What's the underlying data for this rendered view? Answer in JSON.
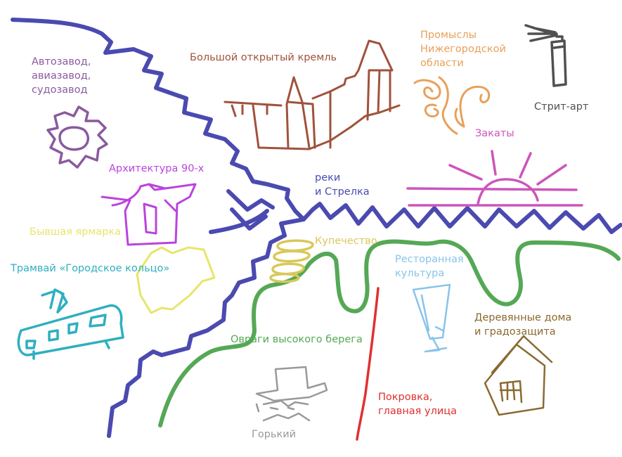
{
  "labels": {
    "autozavod": "Автозавод,\nавиазавод,\nсудозавод",
    "kremlin": "Большой открытый кремль",
    "promysly": "Промыслы\nНижегородской\nобласти",
    "street_art": "Стрит-арт",
    "sunsets": "Закаты",
    "architecture": "Архитектура 90-х",
    "rivers": "реки\nи Стрелка",
    "fair": "Бывшая ярмарка",
    "merchants": "Купечество",
    "tram": "Трамвай «Городское кольцо»",
    "restaurants": "Ресторанная\nкультура",
    "wooden_houses": "Деревянные дома\nи градозащита",
    "ravines": "Овраги высокого берега",
    "pokrovka": "Покровка,\nглавная улица",
    "gorky": "Горький"
  },
  "colors": {
    "river": "#4a4ab0",
    "factory": "#8a5a9e",
    "kremlin": "#a0523c",
    "crafts": "#e8a05a",
    "street_art": "#505050",
    "sunset": "#cc55bb",
    "architecture": "#bb44dd",
    "fair": "#e6e66a",
    "merchants": "#d9c85a",
    "tram": "#2fafbf",
    "restaurants": "#88c4ea",
    "wooden": "#8a6a30",
    "ravines": "#55a855",
    "pokrovka": "#e03030",
    "gorky": "#999999"
  }
}
